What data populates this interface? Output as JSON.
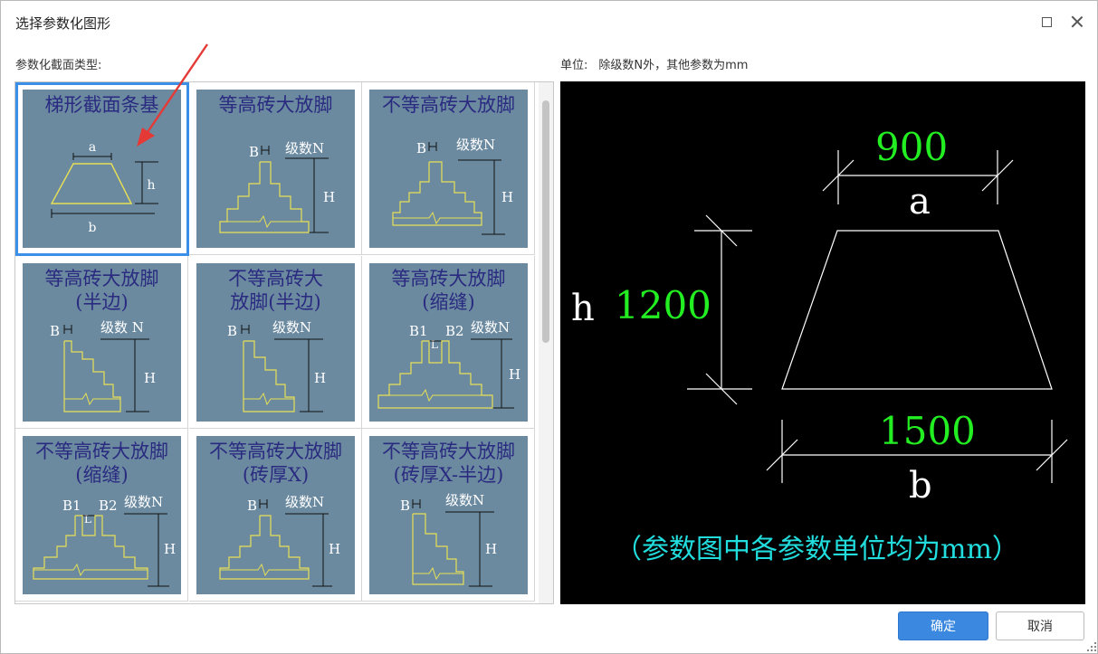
{
  "window": {
    "title": "选择参数化图形"
  },
  "labels": {
    "section_type": "参数化截面类型:",
    "unit_label": "单位:",
    "unit_text": "除级数N外，其他参数为mm"
  },
  "gallery": {
    "items": [
      {
        "title": "梯形截面条基",
        "a": "a",
        "b": "b",
        "h": "h"
      },
      {
        "title": "等高砖大放脚",
        "b": "B",
        "n": "级数N",
        "h": "H"
      },
      {
        "title": "不等高砖大放脚",
        "b": "B",
        "n": "级数N",
        "h": "H"
      },
      {
        "title": "等高砖大放脚\n(半边)",
        "b": "B",
        "n": "级数 N",
        "h": "H"
      },
      {
        "title": "不等高砖大\n放脚(半边)",
        "b": "B",
        "n": "级数N",
        "h": "H"
      },
      {
        "title": "等高砖大放脚\n(缩缝)",
        "b": "B1",
        "b2": "B2",
        "l": "L",
        "n": "级数N",
        "h": "H"
      },
      {
        "title": "不等高砖大放脚\n(缩缝)",
        "b": "B1",
        "b2": "B2",
        "l": "L",
        "n": "级数N",
        "h": "H"
      },
      {
        "title": "不等高砖大放脚\n(砖厚X)",
        "b": "B",
        "n": "级数N",
        "h": "H"
      },
      {
        "title": "不等高砖大放脚\n(砖厚X-半边)",
        "b": "B",
        "n": "级数N",
        "h": "H"
      }
    ]
  },
  "preview": {
    "a_value": "900",
    "a_label": "a",
    "h_label": "h",
    "h_value": "1200",
    "b_value": "1500",
    "b_label": "b",
    "note": "（参数图中各参数单位均为mm）",
    "colors": {
      "value": "#22ee22",
      "label": "#ffffff",
      "note": "#22dddd",
      "line": "#ffffff"
    }
  },
  "buttons": {
    "ok": "确定",
    "cancel": "取消"
  }
}
